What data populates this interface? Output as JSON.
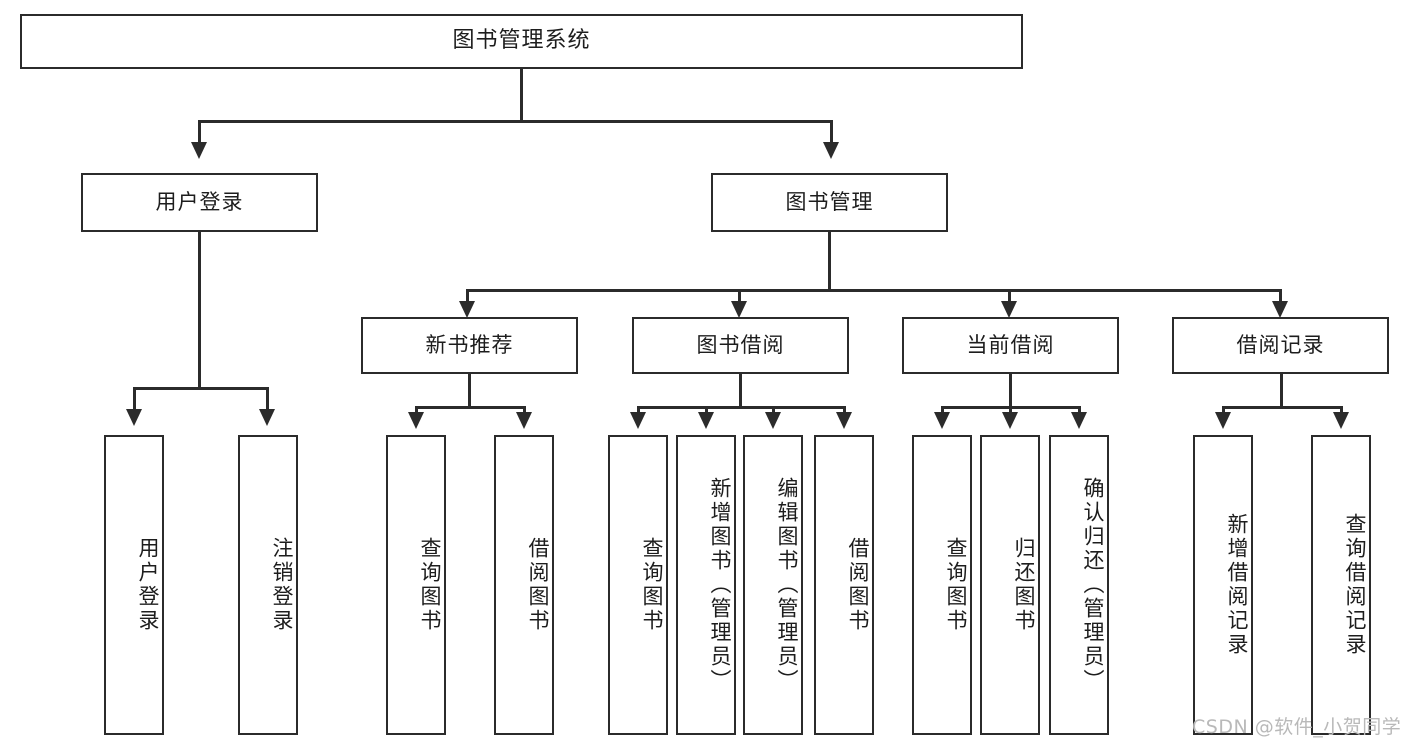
{
  "diagram": {
    "title": "图书管理系统",
    "type": "tree",
    "root": {
      "label": "图书管理系统"
    },
    "level2": [
      {
        "label": "用户登录"
      },
      {
        "label": "图书管理"
      }
    ],
    "level3": [
      {
        "label": "新书推荐"
      },
      {
        "label": "图书借阅"
      },
      {
        "label": "当前借阅"
      },
      {
        "label": "借阅记录"
      }
    ],
    "leaves": {
      "user_login": [
        {
          "label": "用户登录"
        },
        {
          "label": "注销登录"
        }
      ],
      "new_book_recommend": [
        {
          "label": "查询图书"
        },
        {
          "label": "借阅图书"
        }
      ],
      "book_borrow": [
        {
          "label": "查询图书"
        },
        {
          "label": "新增图书（管理员）"
        },
        {
          "label": "编辑图书（管理员）"
        },
        {
          "label": "借阅图书"
        }
      ],
      "current_borrow": [
        {
          "label": "查询图书"
        },
        {
          "label": "归还图书"
        },
        {
          "label": "确认归还（管理员）"
        }
      ],
      "borrow_record": [
        {
          "label": "新增借阅记录"
        },
        {
          "label": "查询借阅记录"
        }
      ]
    }
  },
  "watermark": {
    "text": "CSDN @软件_小贺同学"
  },
  "colors": {
    "stroke": "#2b2b2b",
    "background": "#ffffff",
    "text": "#1d1d1d",
    "watermark": "#b9b9b9"
  }
}
